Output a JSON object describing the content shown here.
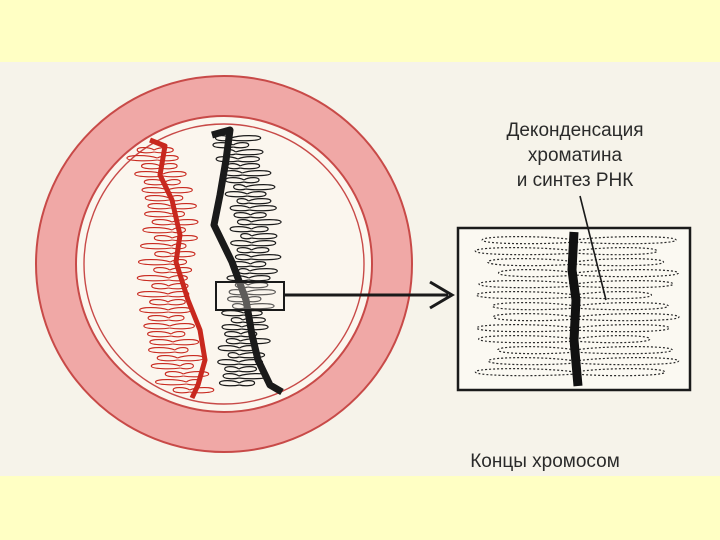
{
  "labels": {
    "decondensation_line1": "Деконденсация",
    "decondensation_line2": "хроматина",
    "decondensation_line3": "и синтез РНК",
    "chromosome_ends": "Концы хромосом"
  },
  "colors": {
    "slide_background": "#ffffc4",
    "figure_background": "#f6f3ea",
    "nucleus_ring": "#f0a0a0",
    "red_chromatid": "#c8281e",
    "black_chromatid": "#1a1a1a"
  }
}
